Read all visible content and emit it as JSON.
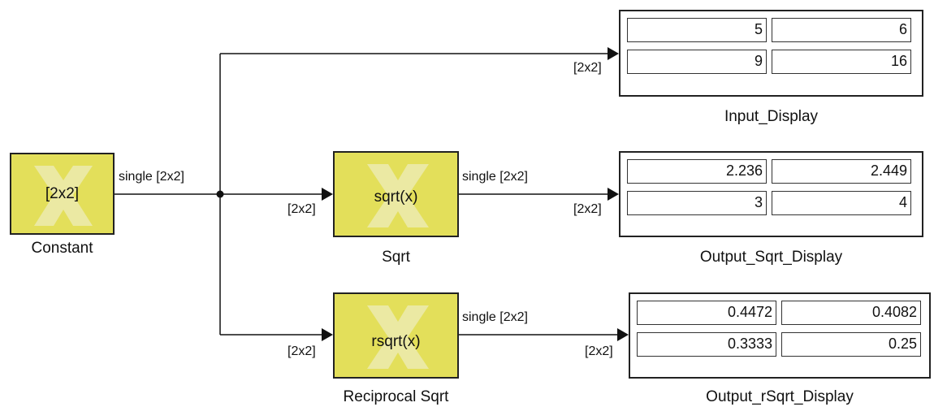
{
  "blocks": {
    "constant": {
      "text": "[2x2]",
      "label": "Constant"
    },
    "sqrt": {
      "text": "sqrt(x)",
      "label": "Sqrt"
    },
    "rsqrt": {
      "text": "rsqrt(x)",
      "label": "Reciprocal Sqrt"
    }
  },
  "signals": {
    "constant_out": "single [2x2]",
    "sqrt_out": "single [2x2]",
    "rsqrt_out": "single [2x2]"
  },
  "ports": {
    "input_display_in": "[2x2]",
    "sqrt_in": "[2x2]",
    "sqrt_display_in": "[2x2]",
    "rsqrt_in": "[2x2]",
    "rsqrt_display_in": "[2x2]"
  },
  "displays": {
    "input": {
      "label": "Input_Display",
      "values": [
        "5",
        "6",
        "9",
        "16"
      ]
    },
    "sqrt": {
      "label": "Output_Sqrt_Display",
      "values": [
        "2.236",
        "2.449",
        "3",
        "4"
      ]
    },
    "rsqrt": {
      "label": "Output_rSqrt_Display",
      "values": [
        "0.4472",
        "0.4082",
        "0.3333",
        "0.25"
      ]
    }
  }
}
